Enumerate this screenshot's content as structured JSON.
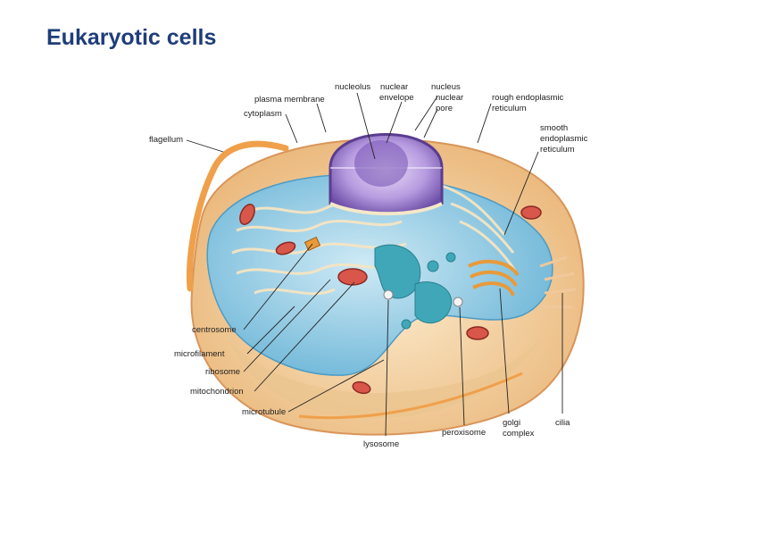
{
  "page": {
    "title": "Eukaryotic cells"
  },
  "figure": {
    "labels": {
      "nucleolus": "nucleolus",
      "nuclear_envelope_1": "nuclear",
      "nuclear_envelope_2": "envelope",
      "nucleus": "nucleus",
      "nuclear_pore_1": "nuclear",
      "nuclear_pore_2": "pore",
      "plasma_membrane": "plasma membrane",
      "cytoplasm": "cytoplasm",
      "flagellum": "flagellum",
      "rough_er_1": "rough endoplasmic",
      "rough_er_2": "reticulum",
      "smooth_er_1": "smooth",
      "smooth_er_2": "endoplasmic",
      "smooth_er_3": "reticulum",
      "centrosome": "centrosome",
      "microfilament": "microfilament",
      "ribosome": "ribosome",
      "mitochondrion": "mitochondrion",
      "microtubule": "microtubule",
      "lysosome": "lysosome",
      "peroxisome": "peroxisome",
      "golgi_1": "golgi",
      "golgi_2": "complex",
      "cilia": "cilia"
    },
    "colors": {
      "cytoplasm_blue": "#8fcbe6",
      "cell_body": "#f6d9a8",
      "nucleus_purple": "#8b6bbf",
      "nucleolus": "#6b4aa8",
      "flagellum": "#f0a04a",
      "mitochondria": "#d9564a",
      "golgi": "#e89a3a",
      "er_teal": "#3fa7b8"
    }
  }
}
